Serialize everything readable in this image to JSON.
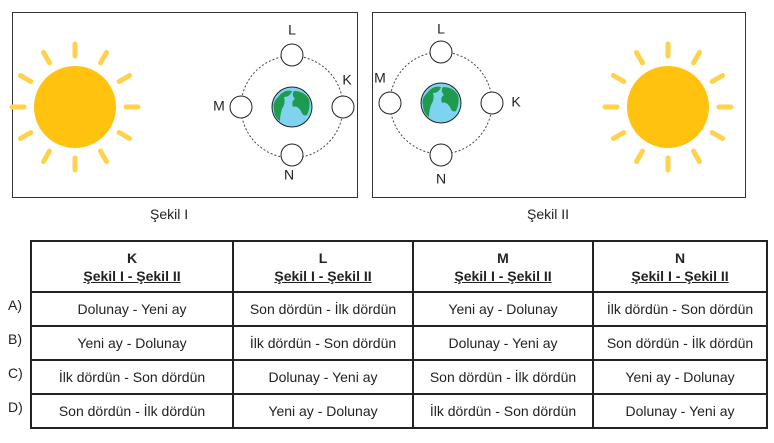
{
  "figures": [
    {
      "caption": "Şekil I",
      "labels": {
        "K": "K",
        "L": "L",
        "M": "M",
        "N": "N"
      }
    },
    {
      "caption": "Şekil II",
      "labels": {
        "K": "K",
        "L": "L",
        "M": "M",
        "N": "N"
      }
    }
  ],
  "colors": {
    "sun": "#FFC20E",
    "ray": "#FFD24D",
    "ocean": "#7FD3EE",
    "land": "#1E9B4E"
  },
  "table": {
    "headers": [
      {
        "pos": "K",
        "sub": "Şekil I - Şekil II"
      },
      {
        "pos": "L",
        "sub": "Şekil I - Şekil II"
      },
      {
        "pos": "M",
        "sub": "Şekil I - Şekil II"
      },
      {
        "pos": "N",
        "sub": "Şekil I - Şekil II"
      }
    ],
    "rows": [
      {
        "option": "A)",
        "cells": [
          "Dolunay - Yeni ay",
          "Son dördün - İlk dördün",
          "Yeni ay - Dolunay",
          "İlk dördün - Son dördün"
        ]
      },
      {
        "option": "B)",
        "cells": [
          "Yeni ay - Dolunay",
          "İlk dördün - Son dördün",
          "Dolunay - Yeni ay",
          "Son dördün - İlk dördün"
        ]
      },
      {
        "option": "C)",
        "cells": [
          "İlk dördün - Son dördün",
          "Dolunay - Yeni ay",
          "Son dördün - İlk dördün",
          "Yeni ay - Dolunay"
        ]
      },
      {
        "option": "D)",
        "cells": [
          "Son dördün - İlk dördün",
          "Yeni ay - Dolunay",
          "İlk dördün - Son dördün",
          "Dolunay - Yeni ay"
        ]
      }
    ]
  }
}
